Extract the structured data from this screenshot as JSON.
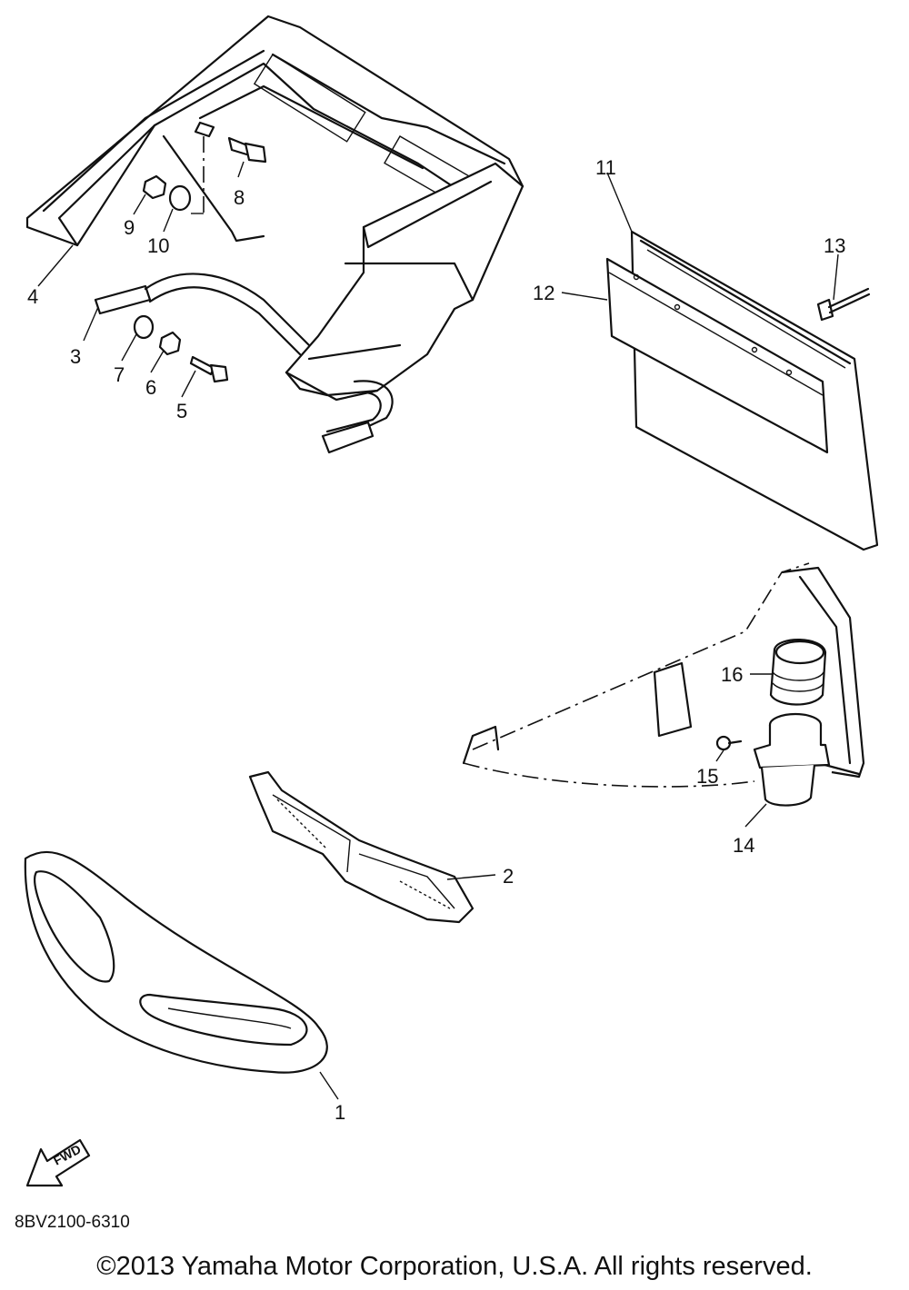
{
  "callouts": {
    "c1": "1",
    "c2": "2",
    "c3": "3",
    "c4": "4",
    "c5": "5",
    "c6": "6",
    "c7": "7",
    "c8": "8",
    "c9": "9",
    "c10": "10",
    "c11": "11",
    "c12": "12",
    "c13": "13",
    "c14": "14",
    "c15": "15",
    "c16": "16"
  },
  "fwd_label": "FWD",
  "drawing_code": "8BV2100-6310",
  "copyright": "©2013 Yamaha Motor Corporation, U.S.A. All rights reserved."
}
